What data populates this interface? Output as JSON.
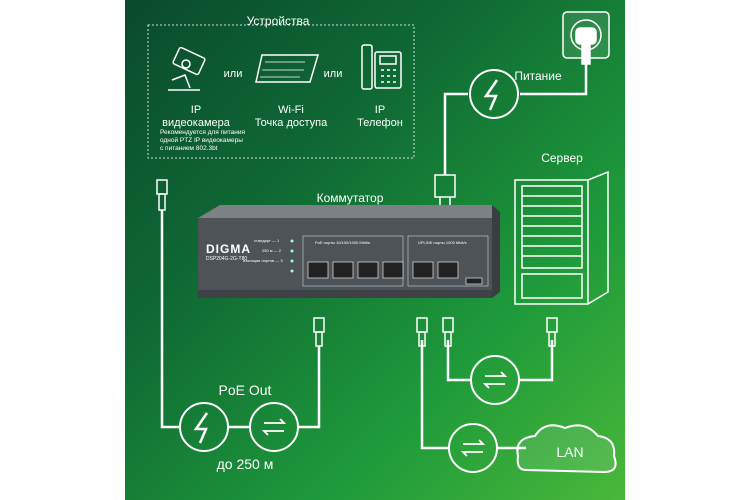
{
  "devices": {
    "title": "Устройства",
    "ip_camera": "IP\nвидеокамера",
    "or1": "или",
    "wifi_ap": "Wi-Fi\nТочка доступа",
    "or2": "или",
    "ip_phone": "IP\nТелефон",
    "note": "Рекомендуется для питания\nодной PTZ IP видеокамеры\nс питанием 802.3bt"
  },
  "power": {
    "label": "Питание"
  },
  "server": {
    "label": "Сервер"
  },
  "switch": {
    "label": "Коммутатор",
    "brand": "DIGMA",
    "model": "DSP204G-2G-T80",
    "led1": "стандарт — 1",
    "led2": "250 м — 2",
    "led3": "изоляция портов — 3",
    "poe_group": "PoE порты 10/100/1000 Mbit/s",
    "uplink_group": "UPLINK порты 1000 Mbit/s"
  },
  "poe_out": {
    "label": "PoE Out",
    "distance": "до 250 м"
  },
  "lan": {
    "label": "LAN"
  },
  "colors": {
    "bg_dark": "#0a4a2c",
    "bg_light": "#49b83a",
    "line": "#ffffff",
    "switch_body": "#5a5f63"
  }
}
